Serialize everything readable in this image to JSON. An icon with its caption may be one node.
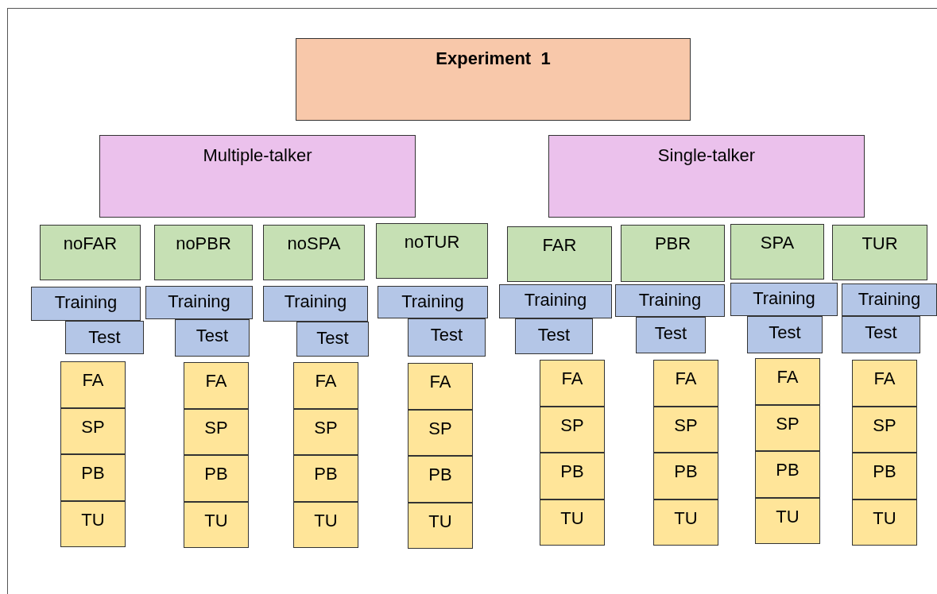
{
  "diagram": {
    "nodes": [
      {
        "text": [
          "Experiment  1"
        ]
      },
      {
        "text": [
          "Multiple-talker"
        ]
      },
      {
        "text": [
          "Single-talker"
        ]
      },
      {
        "text": [
          "noFAR"
        ]
      },
      {
        "text": [
          "noPBR"
        ]
      },
      {
        "text": [
          "noSPA"
        ]
      },
      {
        "text": [
          "noTUR"
        ]
      },
      {
        "text": [
          "FAR"
        ]
      },
      {
        "text": [
          "PBR"
        ]
      },
      {
        "text": [
          "SPA"
        ]
      },
      {
        "text": [
          "TUR"
        ]
      },
      {
        "text": [
          "Training"
        ]
      },
      {
        "text": [
          "Training"
        ]
      },
      {
        "text": [
          "Training"
        ]
      },
      {
        "text": [
          "Training"
        ]
      },
      {
        "text": [
          "Training"
        ]
      },
      {
        "text": [
          "Training"
        ]
      },
      {
        "text": [
          "Training"
        ]
      },
      {
        "text": [
          "Training"
        ]
      },
      {
        "text": [
          "Test"
        ]
      },
      {
        "text": [
          "Test"
        ]
      },
      {
        "text": [
          "Test"
        ]
      },
      {
        "text": [
          "Test"
        ]
      },
      {
        "text": [
          "Test"
        ]
      },
      {
        "text": [
          "Test"
        ]
      },
      {
        "text": [
          "Test"
        ]
      },
      {
        "text": [
          "Test"
        ]
      },
      {
        "text": [
          "FA"
        ]
      },
      {
        "text": [
          "FA"
        ]
      },
      {
        "text": [
          "FA"
        ]
      },
      {
        "text": [
          "FA"
        ]
      },
      {
        "text": [
          "FA"
        ]
      },
      {
        "text": [
          "FA"
        ]
      },
      {
        "text": [
          "FA"
        ]
      },
      {
        "text": [
          "FA"
        ]
      },
      {
        "text": [
          "SP"
        ]
      },
      {
        "text": [
          "SP"
        ]
      },
      {
        "text": [
          "SP"
        ]
      },
      {
        "text": [
          "SP"
        ]
      },
      {
        "text": [
          "SP"
        ]
      },
      {
        "text": [
          "SP"
        ]
      },
      {
        "text": [
          "SP"
        ]
      },
      {
        "text": [
          "SP"
        ]
      },
      {
        "text": [
          "PB"
        ]
      },
      {
        "text": [
          "PB"
        ]
      },
      {
        "text": [
          "PB"
        ]
      },
      {
        "text": [
          "PB"
        ]
      },
      {
        "text": [
          "PB"
        ]
      },
      {
        "text": [
          "PB"
        ]
      },
      {
        "text": [
          "PB"
        ]
      },
      {
        "text": [
          "PB"
        ]
      },
      {
        "text": [
          "TU"
        ]
      },
      {
        "text": [
          "TU"
        ]
      },
      {
        "text": [
          "TU"
        ]
      },
      {
        "text": [
          "TU"
        ]
      },
      {
        "text": [
          "TU"
        ]
      },
      {
        "text": [
          "TU"
        ]
      },
      {
        "text": [
          "TU"
        ]
      },
      {
        "text": [
          "TU"
        ]
      }
    ],
    "edges": []
  }
}
